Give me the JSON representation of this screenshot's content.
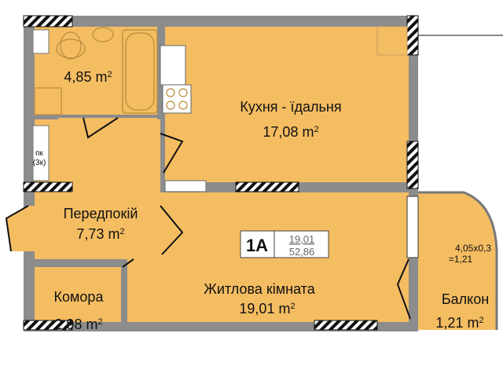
{
  "plan": {
    "unit_code": "1A",
    "living_area": "19,01",
    "total_area": "52,86",
    "area_unit_sup": "2",
    "rooms": [
      {
        "name": "",
        "area": "4,85 m"
      },
      {
        "name": "Кухня - їдальня",
        "area": "17,08 m"
      },
      {
        "name": "Передпокій",
        "area": "7,73 m"
      },
      {
        "name": "Комора",
        "area": "2,98 m"
      },
      {
        "name": "Житлова кімната",
        "area": "19,01 m"
      },
      {
        "name": "Балкон",
        "area": "1,21 m"
      }
    ],
    "balcony_calc_line1": "4,05x0,3",
    "balcony_calc_line2": "=1,21",
    "shaft_label_1": "пк",
    "shaft_label_2": "(3к)"
  }
}
